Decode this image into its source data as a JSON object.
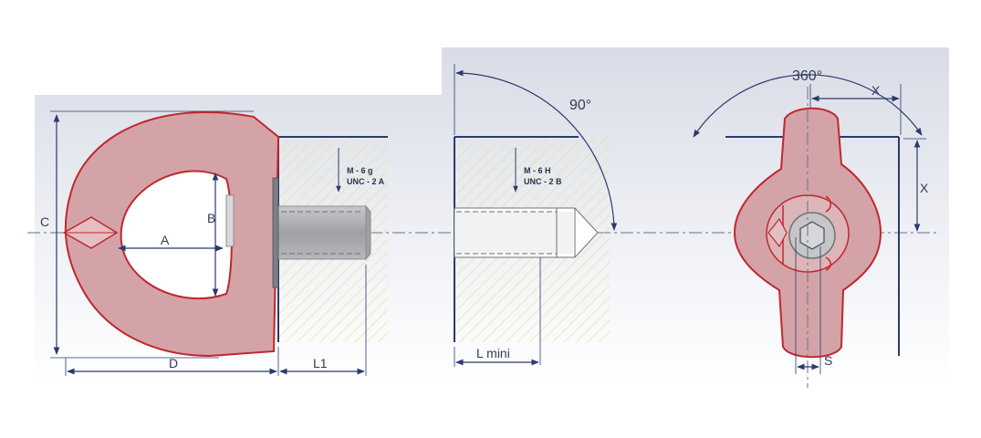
{
  "dimensions": {
    "a": "A",
    "b": "B",
    "c": "C",
    "d": "D",
    "l1": "L1",
    "l_mini": "L mini",
    "x_top": "X",
    "x_side": "X",
    "s": "S"
  },
  "angles": {
    "tilt": "90°",
    "swivel": "360°"
  },
  "thread_specs": {
    "bolt_metric": "M - 6 g",
    "bolt_unc": "UNC - 2 A",
    "hole_metric": "M - 6 H",
    "hole_unc": "UNC - 2 B"
  },
  "colors": {
    "body_fill": "#d4a3a7",
    "body_stroke": "#c1272d",
    "line": "#2b3a6e",
    "hatch": "#e6e08a",
    "thread": "#a8aaad"
  }
}
